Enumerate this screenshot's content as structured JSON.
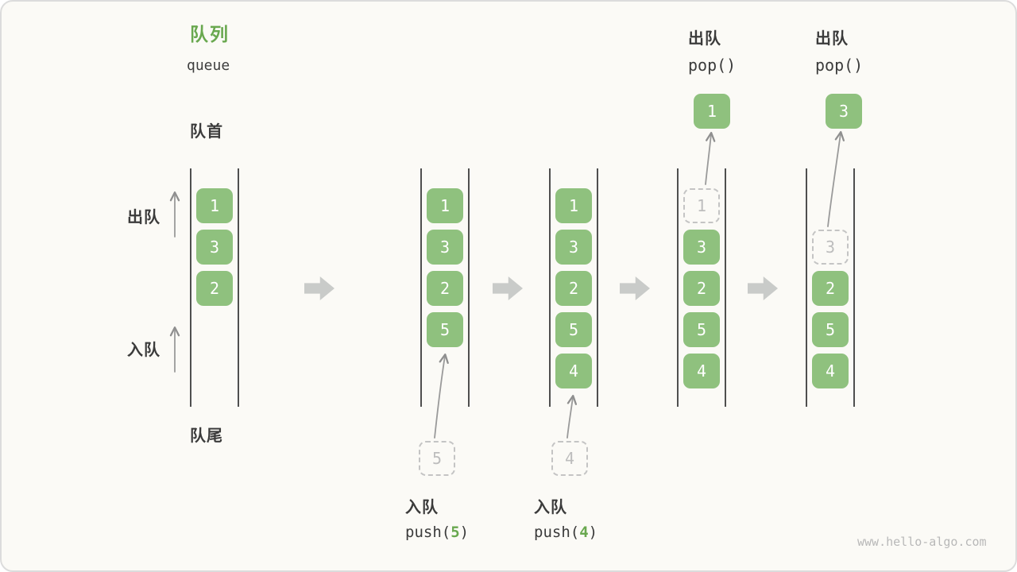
{
  "header": {
    "title_cn": "队列",
    "title_en": "queue"
  },
  "side": {
    "front": "队首",
    "rear": "队尾",
    "dequeue": "出队",
    "enqueue": "入队"
  },
  "ops": {
    "push5": {
      "label": "入队",
      "pre": "push(",
      "arg": "5",
      "post": ")"
    },
    "push4": {
      "label": "入队",
      "pre": "push(",
      "arg": "4",
      "post": ")"
    },
    "pop1": {
      "label": "出队",
      "code": "pop()"
    },
    "pop2": {
      "label": "出队",
      "code": "pop()"
    }
  },
  "stages": [
    {
      "cells": [
        "1",
        "3",
        "2"
      ]
    },
    {
      "cells": [
        "1",
        "3",
        "2",
        "5"
      ],
      "pending": "5"
    },
    {
      "cells": [
        "1",
        "3",
        "2",
        "5",
        "4"
      ],
      "pending": "4"
    },
    {
      "ghost": "1",
      "cells": [
        "3",
        "2",
        "5",
        "4"
      ],
      "popped": "1"
    },
    {
      "ghost": "3",
      "cells": [
        "2",
        "5",
        "4"
      ],
      "popped": "3"
    }
  ],
  "watermark": "www.hello-algo.com",
  "colors": {
    "green": "#8FC17E",
    "green_dark": "#69A84F",
    "ink": "#3B3B3B",
    "line": "#4F4F4F",
    "arrow_gray": "#C9CBC9",
    "ghost": "#C4C4C4",
    "ghost_text": "#BDBDBD",
    "bg": "#FBFAF6"
  }
}
